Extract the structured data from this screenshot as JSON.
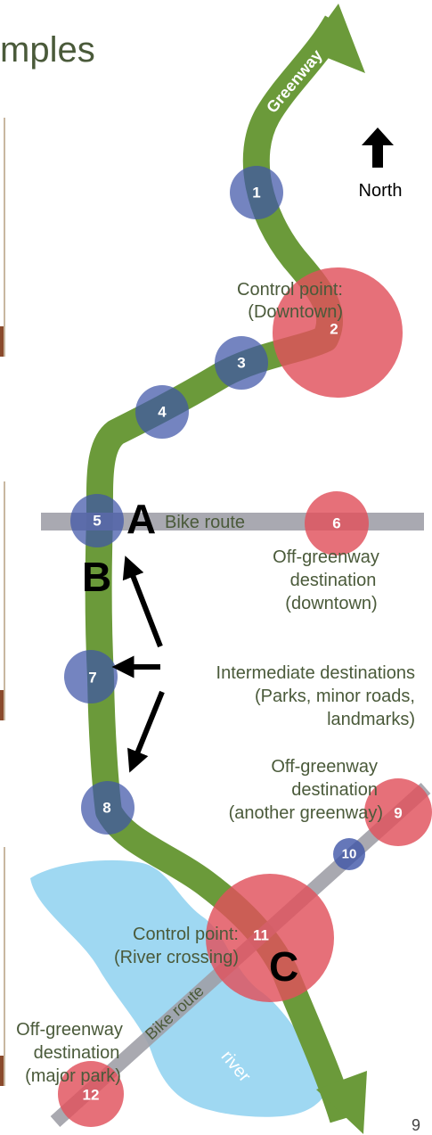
{
  "slide_title": "mples",
  "page_number": "9",
  "compass": {
    "label": "North",
    "icon": "up-arrow-icon"
  },
  "routes": {
    "greenway_label": "Greenway",
    "bike_route_label": "Bike route",
    "bike_route_diagonal_label": "Bike route",
    "river_label": "river"
  },
  "points": [
    {
      "id": "1",
      "kind": "intermediate"
    },
    {
      "id": "2",
      "kind": "control"
    },
    {
      "id": "3",
      "kind": "intermediate"
    },
    {
      "id": "4",
      "kind": "intermediate"
    },
    {
      "id": "5",
      "kind": "intermediate"
    },
    {
      "id": "6",
      "kind": "off-greenway"
    },
    {
      "id": "7",
      "kind": "intermediate"
    },
    {
      "id": "8",
      "kind": "intermediate"
    },
    {
      "id": "9",
      "kind": "off-greenway"
    },
    {
      "id": "10",
      "kind": "intermediate"
    },
    {
      "id": "11",
      "kind": "control"
    },
    {
      "id": "12",
      "kind": "off-greenway"
    }
  ],
  "letters": {
    "a": "A",
    "b": "B",
    "c": "C"
  },
  "annotations": {
    "control_downtown": [
      "Control point:",
      "(Downtown)"
    ],
    "off_downtown": [
      "Off-greenway",
      "destination",
      "(downtown)"
    ],
    "intermediate": [
      "Intermediate destinations",
      "(Parks, minor roads,",
      "landmarks)"
    ],
    "off_greenway": [
      "Off-greenway",
      "destination",
      "(another greenway)"
    ],
    "control_river": [
      "Control point:",
      "(River crossing)"
    ],
    "off_park": [
      "Off-greenway",
      "destination",
      "(major park)"
    ]
  },
  "colors": {
    "greenway": "#6b9a3a",
    "blue_point": "#3f55a8",
    "red_point": "#e0505c",
    "bike_route": "#a0a0a8",
    "river": "#9fd8f2",
    "text": "#4a5a3a"
  }
}
